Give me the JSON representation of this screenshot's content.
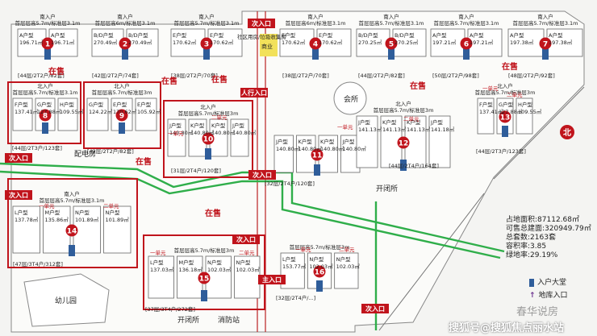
{
  "site_labels": {
    "club": "会所",
    "openclose_1": "开闭所",
    "openclose_2": "开闭所",
    "distribution": "配电房",
    "kindergarten": "幼儿园",
    "fire_station": "消防站",
    "commercial": "商业",
    "community_services": "社区用房/垃圾收集房",
    "north": "北"
  },
  "roads": {
    "entrance_top": "次入口",
    "people_entrance": "人行入口",
    "entrance_mid": "次入口",
    "entrance_left_top": "次入口",
    "entrance_left_mid": "次入口",
    "entrance_bottom_right": "次入口",
    "main_entrance": "主入口",
    "secondary_south": "次入口"
  },
  "on_sale_tags": [
    "在售",
    "在售",
    "在售",
    "在售",
    "在售",
    "在售",
    "在售"
  ],
  "buildings": [
    {
      "no": "1",
      "orient": "南入户",
      "heights": "首层层高5.7m/标准层3.1m",
      "summary": "[44层/2T2户/82套]",
      "units": [
        {
          "name": "A户型",
          "area": "196.71㎡"
        },
        {
          "name": "A户型",
          "area": "196.71㎡"
        }
      ]
    },
    {
      "no": "2",
      "orient": "南入户",
      "heights": "首层层高6m/标准层3.1m",
      "summary": "[42层/2T2户/74套]",
      "units": [
        {
          "name": "B/D户型",
          "area": "270.49㎡"
        },
        {
          "name": "B/D户型",
          "area": "270.49㎡"
        }
      ]
    },
    {
      "no": "3",
      "orient": "南入户",
      "heights": "首层层高5.7m/标准层3.1m",
      "summary": "[38层/2T2户/70套]",
      "units": [
        {
          "name": "E户型",
          "area": "170.62㎡"
        },
        {
          "name": "E户型",
          "area": "170.62㎡"
        }
      ]
    },
    {
      "no": "4",
      "orient": "南入户",
      "heights": "首层层高6m/标准层3.1m",
      "summary": "[38层/2T2户/70套]",
      "units": [
        {
          "name": "E户型",
          "area": "170.62㎡"
        },
        {
          "name": "E户型",
          "area": "170.62㎡"
        }
      ]
    },
    {
      "no": "5",
      "orient": "南入户",
      "heights": "首层层高5.7m/标准层3.1m",
      "summary": "[44层/2T2户/82套]",
      "units": [
        {
          "name": "B/D户型",
          "area": "270.25㎡"
        },
        {
          "name": "B/D户型",
          "area": "270.25㎡"
        }
      ]
    },
    {
      "no": "6",
      "orient": "南入户",
      "heights": "首层层高5.7m/标准层3.1m",
      "summary": "[50层/2T2户/98套]",
      "units": [
        {
          "name": "A户型",
          "area": "197.21㎡"
        },
        {
          "name": "A户型",
          "area": "197.21㎡"
        }
      ]
    },
    {
      "no": "7",
      "orient": "南入户",
      "heights": "首层层高5.7m/标准层3.1m",
      "summary": "[48层/2T2户/92套]",
      "units": [
        {
          "name": "A户型",
          "area": "197.38㎡"
        },
        {
          "name": "A户型",
          "area": "197.38㎡"
        }
      ]
    },
    {
      "no": "8",
      "orient": "北入户",
      "heights": "首层层高5.7m/标准层3.1m",
      "summary": "[44层/2T3户/123套]",
      "units": [
        {
          "name": "F户型",
          "area": "137.41㎡"
        },
        {
          "name": "G户型",
          "area": "127.88㎡"
        },
        {
          "name": "H户型",
          "area": "109.55㎡"
        }
      ]
    },
    {
      "no": "9",
      "orient": "北入户",
      "heights": "首层层高5.7m/标准层3m",
      "summary": "[42层/2T2户/82套]",
      "units": [
        {
          "name": "G户型",
          "area": "124.22㎡"
        },
        {
          "name": "E户型",
          "area": "170.62㎡"
        },
        {
          "name": "E户型",
          "area": "105.92㎡"
        }
      ]
    },
    {
      "no": "10",
      "orient": "北入户",
      "heights": "首层层高5.7m/标准层3m",
      "summary": "[31层/2T4户/120套]",
      "units": [
        {
          "name": "J户型",
          "area": "140.80㎡"
        },
        {
          "name": "K户型",
          "area": "140.80㎡"
        },
        {
          "name": "K户型",
          "area": "140.80㎡"
        },
        {
          "name": "J户型",
          "area": "140.80㎡"
        }
      ]
    },
    {
      "no": "11",
      "orient": "",
      "heights": "",
      "summary": "[32层/2T4户/120套]",
      "units": [
        {
          "name": "J户型",
          "area": "140.80㎡"
        },
        {
          "name": "K户型",
          "area": "140.80㎡"
        },
        {
          "name": "K户型",
          "area": "140.80㎡"
        },
        {
          "name": "J户型",
          "area": "140.80㎡"
        }
      ]
    },
    {
      "no": "12",
      "orient": "北入户",
      "heights": "首层层高5.7m/标准层3m",
      "summary": "[44层/2T4户/164套]",
      "units": [
        {
          "name": "J户型",
          "area": "141.13㎡"
        },
        {
          "name": "K户型",
          "area": "141.13㎡"
        },
        {
          "name": "K户型",
          "area": "141.13㎡"
        },
        {
          "name": "J户型",
          "area": "141.18㎡"
        }
      ]
    },
    {
      "no": "13",
      "orient": "北入户",
      "heights": "首层层高5.7m/标准层3m",
      "summary": "[44层/2T3户/123套]",
      "units": [
        {
          "name": "F户型",
          "area": "137.41㎡"
        },
        {
          "name": "G户型",
          "area": "127.88㎡"
        },
        {
          "name": "H户型",
          "area": "109.55㎡"
        }
      ]
    },
    {
      "no": "14",
      "orient": "南入户",
      "heights": "首层层高5.7m/标准层3.1m",
      "summary": "[47层/3T4户/312套]",
      "units": [
        {
          "name": "L户型",
          "area": "137.78㎡"
        },
        {
          "name": "M户型",
          "area": "135.86㎡"
        },
        {
          "name": "N户型",
          "area": "101.89㎡"
        },
        {
          "name": "N户型",
          "area": "101.89㎡"
        }
      ]
    },
    {
      "no": "15",
      "orient": "",
      "heights": "首层层高5.7m/标准层3m",
      "summary": "[37层/3T4户/272套]",
      "units": [
        {
          "name": "L户型",
          "area": "137.03㎡"
        },
        {
          "name": "M户型",
          "area": "136.18㎡"
        },
        {
          "name": "N户型",
          "area": "102.03㎡"
        },
        {
          "name": "N户型",
          "area": "102.03㎡"
        }
      ]
    },
    {
      "no": "16",
      "orient": "",
      "heights": "首层层高5.7m/标准层3m",
      "summary": "[32层/2T4户/...]",
      "units": [
        {
          "name": "L户型",
          "area": "153.77㎡"
        },
        {
          "name": "N户型",
          "area": "102.03㎡"
        },
        {
          "name": "N户型",
          "area": "102.03㎡"
        }
      ]
    }
  ],
  "unit_tags": [
    "一单元",
    "二单元",
    "一单元",
    "二单元",
    "一单元",
    "二单元",
    "一单元",
    "二单元",
    "一单元",
    "二单元",
    "一单元",
    "二单元"
  ],
  "stats": {
    "land_area_label": "占地面积:",
    "land_area": "87112.68㎡",
    "buildable_label": "可售总建面:",
    "buildable": "320949.79㎡",
    "households_label": "总套数:",
    "households": "2163套",
    "far_label": "容积率:",
    "far": "3.85",
    "green_label": "绿地率:",
    "green": "29.19%"
  },
  "legend": {
    "lobby": "入户大堂",
    "garage": "地库入口"
  },
  "watermark": {
    "handle": "春华说房",
    "site": "搜狐号@搜狐焦点丽水站"
  },
  "colors": {
    "red": "#c0141c",
    "green": "#2fae4a",
    "purple": "#6a2f8e",
    "blue": "#2f5d9a",
    "yellow": "#f2e15a"
  }
}
